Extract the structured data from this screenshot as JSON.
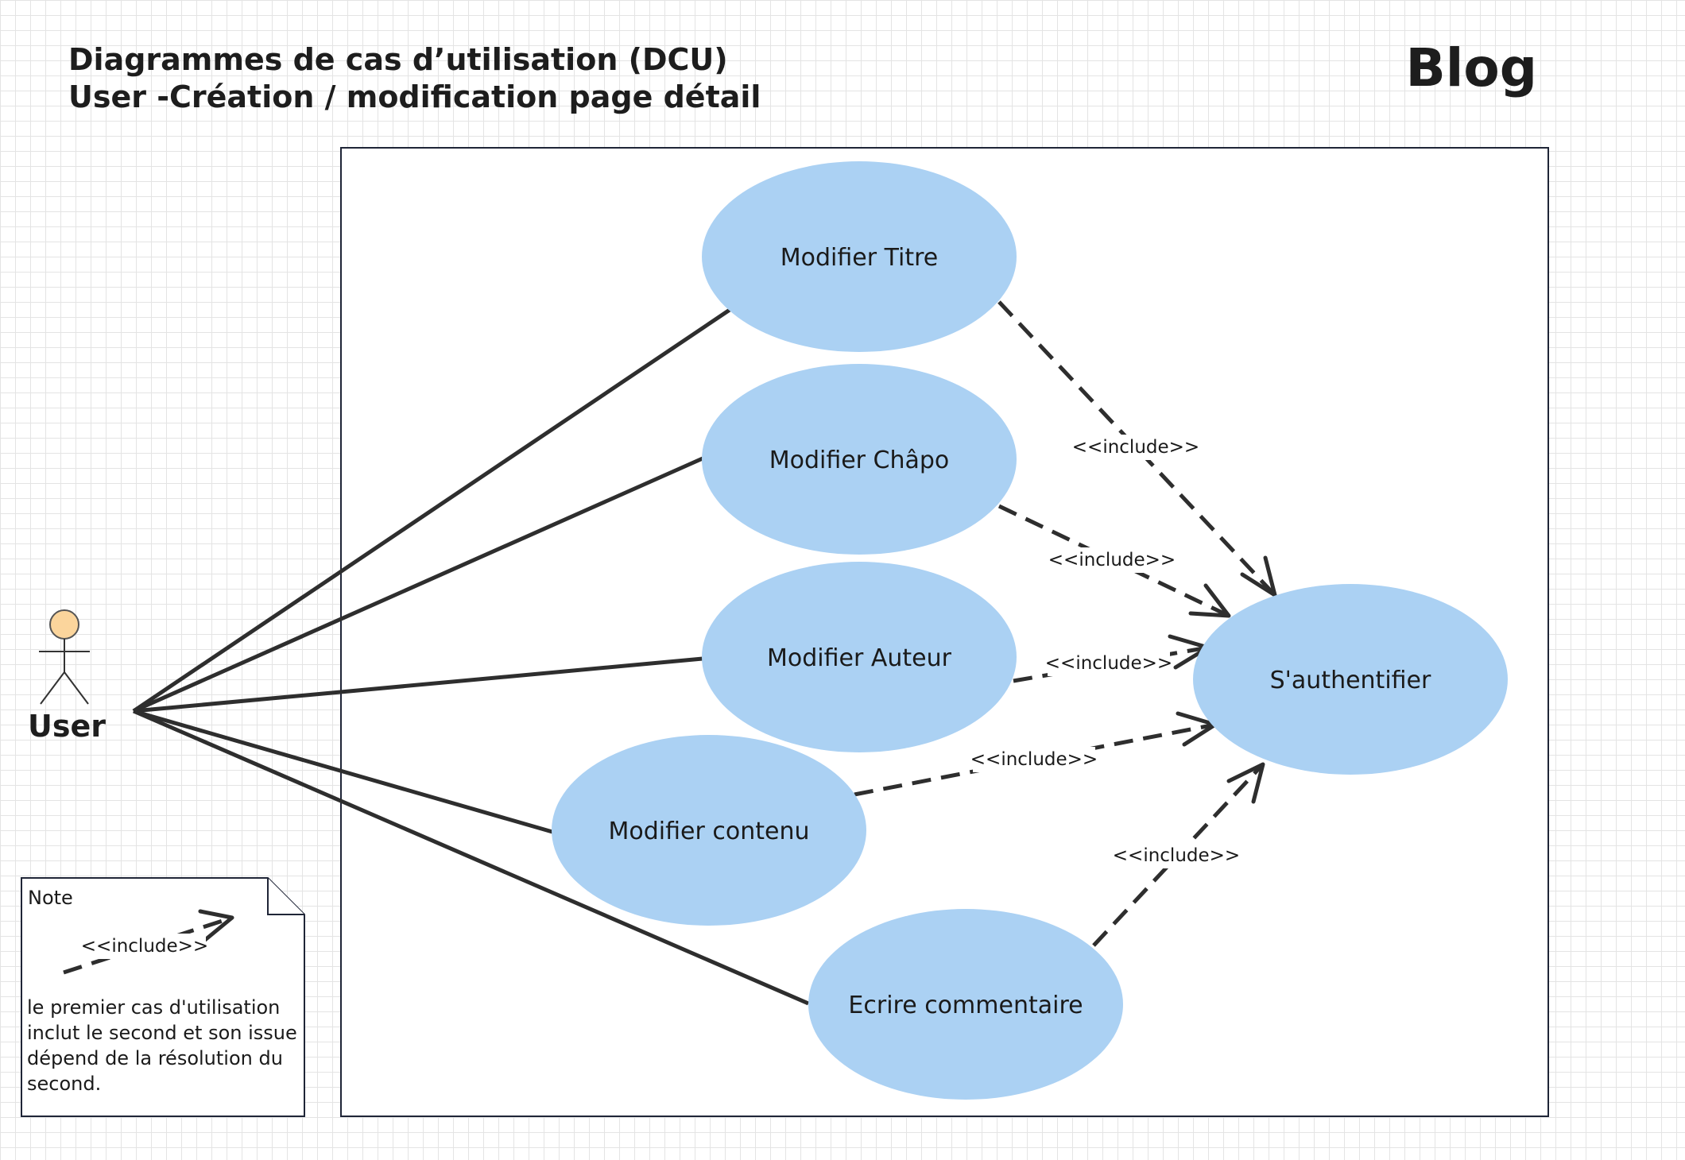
{
  "header": {
    "title_line1": "Diagrammes de cas d’utilisation (DCU)",
    "title_line2": "User -Création / modification page détail",
    "system_name": "Blog"
  },
  "actor": {
    "name": "User"
  },
  "use_cases": [
    {
      "id": "titre",
      "label": "Modifier Titre"
    },
    {
      "id": "chapo",
      "label": "Modifier Châpo"
    },
    {
      "id": "auteur",
      "label": "Modifier Auteur"
    },
    {
      "id": "contenu",
      "label": "Modifier contenu"
    },
    {
      "id": "commentaire",
      "label": "Ecrire commentaire"
    },
    {
      "id": "auth",
      "label": "S'authentifier"
    }
  ],
  "associations": [
    {
      "from": "User",
      "to": "Modifier Titre"
    },
    {
      "from": "User",
      "to": "Modifier Châpo"
    },
    {
      "from": "User",
      "to": "Modifier Auteur"
    },
    {
      "from": "User",
      "to": "Modifier contenu"
    },
    {
      "from": "User",
      "to": "Ecrire commentaire"
    }
  ],
  "includes": [
    {
      "from": "Modifier Titre",
      "to": "S'authentifier",
      "label": "<<include>>"
    },
    {
      "from": "Modifier Châpo",
      "to": "S'authentifier",
      "label": "<<include>>"
    },
    {
      "from": "Modifier Auteur",
      "to": "S'authentifier",
      "label": "<<include>>"
    },
    {
      "from": "Modifier contenu",
      "to": "S'authentifier",
      "label": "<<include>>"
    },
    {
      "from": "Ecrire commentaire",
      "to": "S'authentifier",
      "label": "<<include>>"
    }
  ],
  "note": {
    "title": "Note",
    "legend_label": "<<include>>",
    "text_lines": [
      "le premier cas d'utilisation",
      "inclut le second et son issue",
      "dépend de la résolution du",
      "second."
    ]
  },
  "colors": {
    "usecase_fill": "#abd1f3",
    "actor_head": "#fbd59c",
    "line": "#2e2e2e",
    "frame": "#1f2537",
    "grid": "#e4e4e4"
  }
}
